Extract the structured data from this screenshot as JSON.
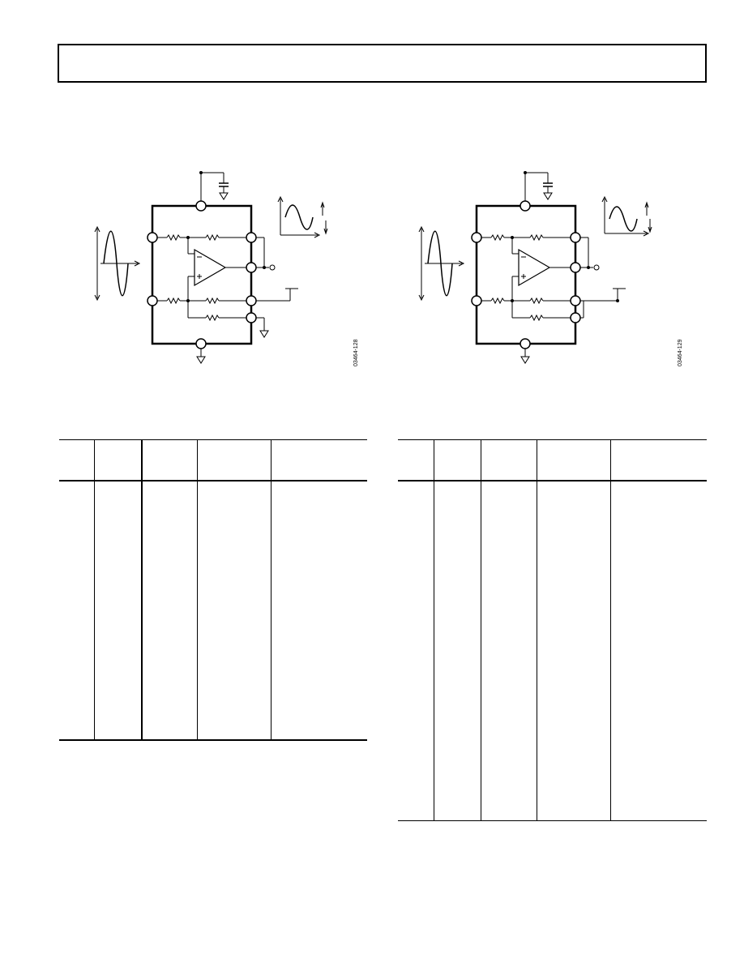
{
  "header": {
    "text": ""
  },
  "figures": [
    {
      "id_label": "03464-128"
    },
    {
      "id_label": "03464-129"
    }
  ],
  "tables": [
    {
      "columns": 5
    },
    {
      "columns": 5
    }
  ]
}
